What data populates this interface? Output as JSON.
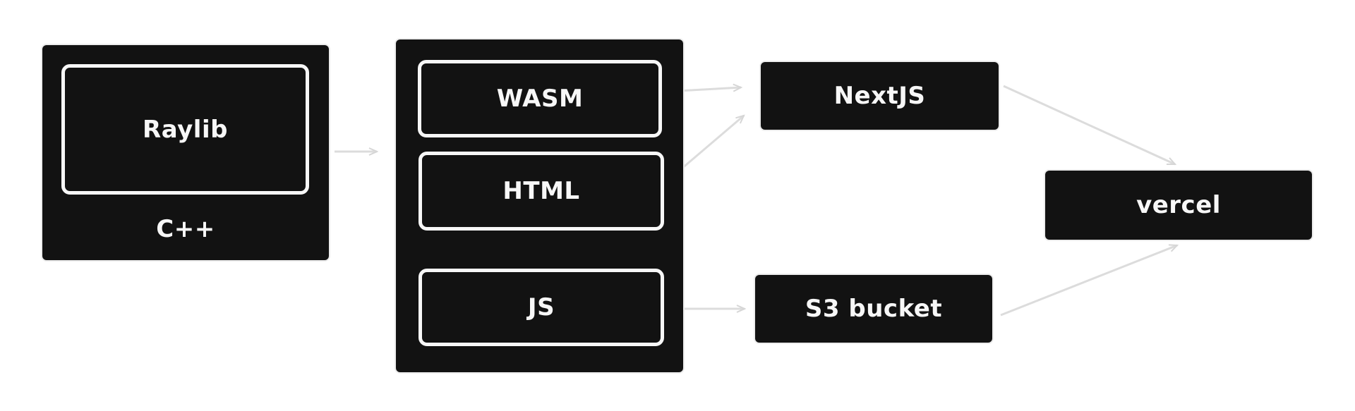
{
  "nodes": {
    "raylib": "Raylib",
    "cpp": "C++",
    "wasm": "WASM",
    "html": "HTML",
    "js": "JS",
    "nextjs": "NextJS",
    "s3": "S3 bucket",
    "vercel": "vercel"
  },
  "colors": {
    "box_fill": "#121212",
    "text": "#f7f7f7",
    "border": "#f7f7f7",
    "arrow": "#dcdcdc"
  }
}
